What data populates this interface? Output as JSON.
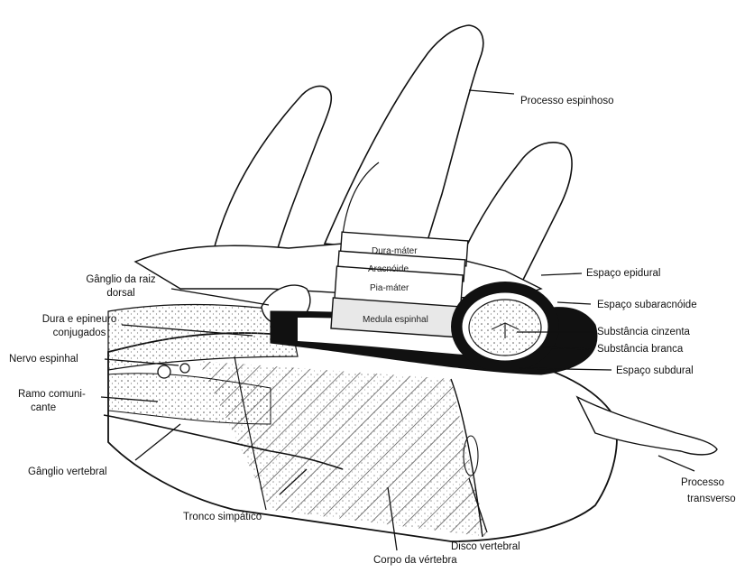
{
  "labels": {
    "processo_espinhoso": "Processo espinhoso",
    "ganglio_raiz_1": "Gânglio da raiz",
    "ganglio_raiz_2": "dorsal",
    "dura_epineuro_1": "Dura e epineuro",
    "dura_epineuro_2": "conjugados",
    "nervo_espinhal": "Nervo espinhal",
    "ramo_comunicante_1": "Ramo comuni-",
    "ramo_comunicante_2": "cante",
    "ganglio_vertebral": "Gânglio vertebral",
    "tronco_simpatico": "Tronco simpático",
    "disco_vertebral": "Disco vertebral",
    "corpo_vertebra": "Corpo da vértebra",
    "processo_transverso_1": "Processo",
    "processo_transverso_2": "transverso",
    "espaco_epidural": "Espaço epidural",
    "espaco_subaracnoide": "Espaço subaracnóide",
    "substancia_cinzenta": "Substância cinzenta",
    "substancia_branca": "Substância branca",
    "espaco_subdural": "Espaço subdural"
  },
  "inner_labels": {
    "dura_mater": "Dura-máter",
    "aracnoide": "Aracnóide",
    "pia_mater": "Pia-máter",
    "medula_espinhal": "Medula espinhal"
  }
}
